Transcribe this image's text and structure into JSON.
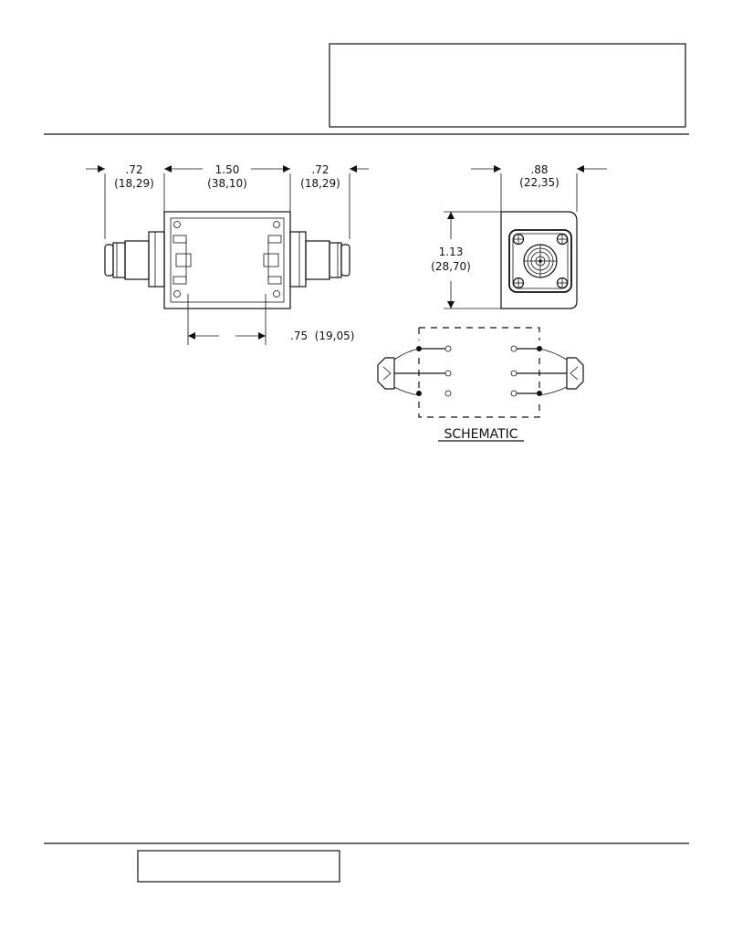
{
  "dimensions": {
    "left_connector": {
      "inch": ".72",
      "mm": "(18,29)"
    },
    "body_length": {
      "inch": "1.50",
      "mm": "(38,10)"
    },
    "right_connector": {
      "inch": ".72",
      "mm": "(18,29)"
    },
    "pin_spacing": {
      "label": ".75  (19,05)"
    },
    "end_width": {
      "inch": ".88",
      "mm": "(22,35)"
    },
    "end_height": {
      "inch": "1.13",
      "mm": "(28,70)"
    }
  },
  "schematic": {
    "label": "SCHEMATIC"
  }
}
